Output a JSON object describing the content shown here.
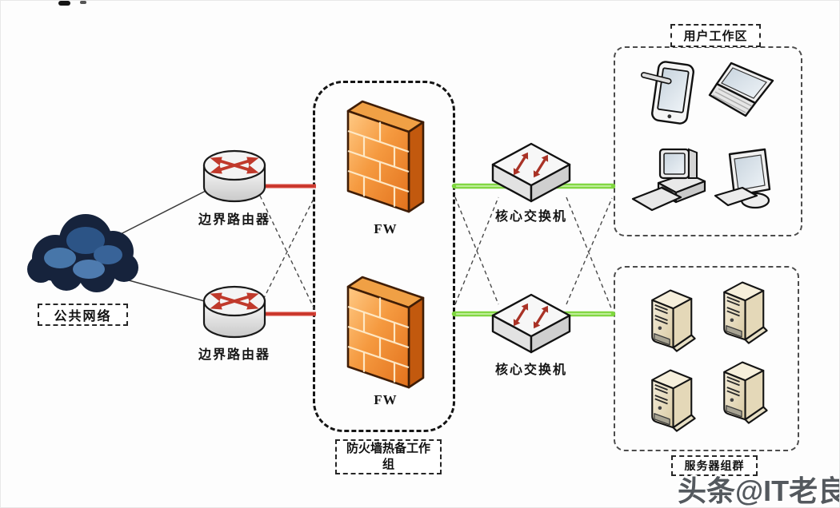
{
  "zones": {
    "public_network": {
      "label": "公共网络"
    },
    "firewall_group": {
      "label": "防火墙热备工作组"
    },
    "user_workspace": {
      "label": "用户工作区"
    },
    "server_cluster": {
      "label": "服务器组群"
    }
  },
  "nodes": {
    "router_top": {
      "label": "边界路由器"
    },
    "router_bottom": {
      "label": "边界路由器"
    },
    "firewall_top": {
      "label": "FW"
    },
    "firewall_bottom": {
      "label": "FW"
    },
    "switch_top": {
      "label": "核心交换机"
    },
    "switch_bottom": {
      "label": "核心交换机"
    }
  },
  "watermark": "头条@IT老良",
  "colors": {
    "red-link": "#d6453a",
    "green-link": "#7ed63e",
    "arrow-red": "#c0392b",
    "switch-arrow-red": "#a93226",
    "fw-orange-light": "#ffca85",
    "fw-orange-dark": "#e2711c",
    "cloud-dark": "#16233c",
    "cloud-mid": "#2f5a8f",
    "cloud-light": "#5585bc",
    "server-beige": "#e9dfc2"
  }
}
